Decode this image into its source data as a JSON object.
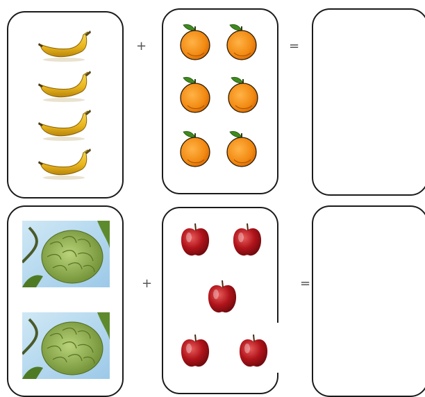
{
  "worksheet": {
    "rows": [
      {
        "left": {
          "fruit": "banana-icon",
          "count": 4
        },
        "operator": "+",
        "middle": {
          "fruit": "orange-icon",
          "count": 6
        },
        "equals": "=",
        "answer": ""
      },
      {
        "left": {
          "fruit": "custard-apple-icon",
          "count": 2
        },
        "operator": "+",
        "middle": {
          "fruit": "apple-icon",
          "count": 5
        },
        "equals": "=",
        "answer": ""
      }
    ]
  },
  "colors": {
    "banana": "#f2c230",
    "orange": "#f28a12",
    "apple": "#b0141a",
    "custard_apple": "#8fb04a",
    "leaf": "#3f8a1f",
    "card_border": "#1a1a1a"
  }
}
